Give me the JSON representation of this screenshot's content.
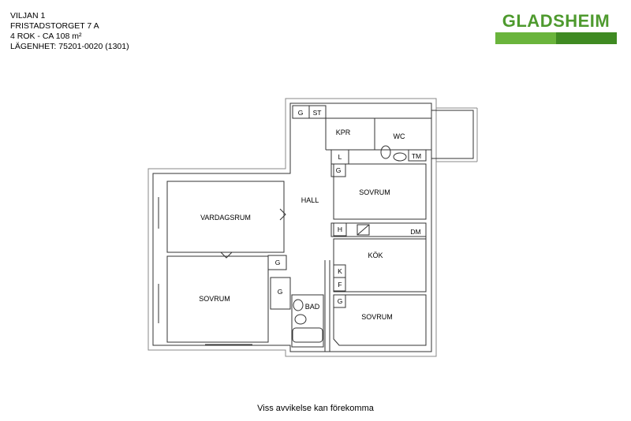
{
  "header": {
    "line1": "VILJAN 1",
    "line2": "FRISTADSTORGET 7 A",
    "line3": "4 ROK - CA 108 m²",
    "line4": "LÄGENHET:  75201-0020 (1301)"
  },
  "logo": {
    "text": "GLADSHEIM",
    "color_text": "#4e9a2e",
    "color_bar_light": "#6ab43c",
    "color_bar_dark": "#3f8a22"
  },
  "rooms": {
    "kpr": "KPR",
    "wc": "WC",
    "hall": "HALL",
    "sovrum_1": "SOVRUM",
    "vardagsrum": "VARDAGSRUM",
    "kok": "KÖK",
    "sovrum_2": "SOVRUM",
    "sovrum_3": "SOVRUM",
    "bad": "BAD"
  },
  "fixtures": {
    "g_top": "G",
    "st": "ST",
    "l": "L",
    "g_upper": "G",
    "tm": "TM",
    "h": "H",
    "dm": "DM",
    "k": "K",
    "f": "F",
    "g_kitchen": "G",
    "g_left_1": "G",
    "g_left_2": "G"
  },
  "footer": {
    "note": "Viss avvikelse kan förekomma"
  }
}
